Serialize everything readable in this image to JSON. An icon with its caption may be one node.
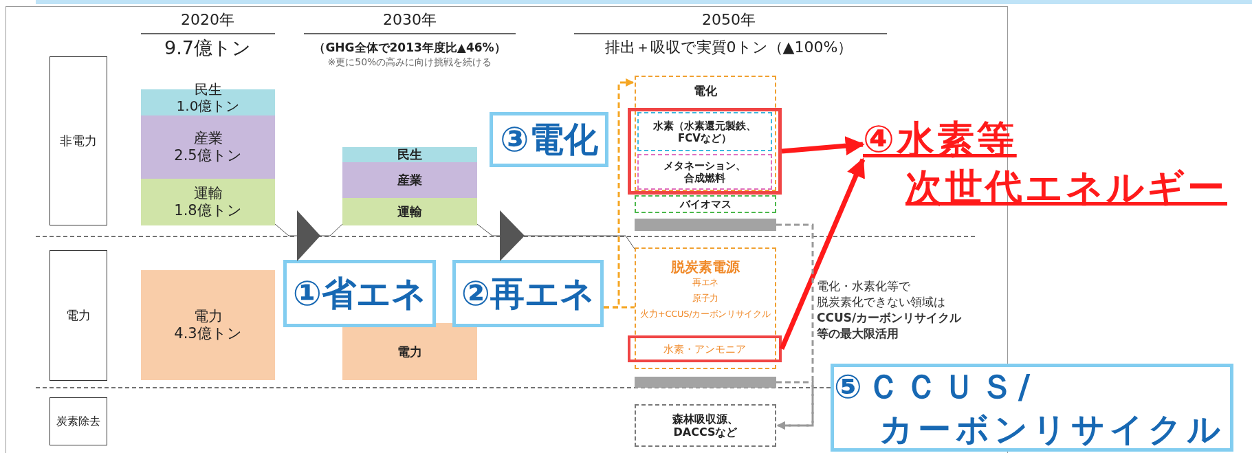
{
  "diagram": {
    "nodes": [
      {
        "text": [
          "非電力"
        ]
      },
      {
        "text": [
          "電力"
        ]
      },
      {
        "text": [
          "炭素除去"
        ]
      },
      {
        "text": [
          "民生1.0億トン"
        ]
      },
      {
        "text": [
          "産業2.5億トン"
        ]
      },
      {
        "text": [
          "運輸1.8億トン"
        ]
      },
      {
        "text": [
          "電力4.3億トン"
        ]
      },
      {
        "text": [
          "民生"
        ]
      },
      {
        "text": [
          "産業"
        ]
      },
      {
        "text": [
          "運輸"
        ]
      },
      {
        "text": [
          "電力"
        ]
      },
      {
        "text": [
          "①省エネ"
        ]
      },
      {
        "text": [
          "②再エネ"
        ]
      },
      {
        "text": [
          "③電化"
        ]
      },
      {
        "text": [
          "電化"
        ]
      },
      {
        "text": [],
        "shape": "box"
      },
      {
        "text": [
          "水素（水素還元製鉄、FCVなど）"
        ],
        "in": 15
      },
      {
        "text": [
          "メタネーション、合成燃料"
        ],
        "in": 15
      },
      {
        "text": [
          "バイオマス"
        ]
      },
      {
        "text": [],
        "shape": "bar"
      },
      {
        "text": [
          "脱炭素電源",
          "再エネ",
          "原子力",
          "火力+CCUS/カーボンリサイクル"
        ]
      },
      {
        "text": [
          "水素・アンモニア"
        ]
      },
      {
        "text": [],
        "shape": "bar"
      },
      {
        "text": [
          "森林吸収源、DACCSなど"
        ]
      },
      {
        "text": [
          "④水素等次世代エネルギー"
        ]
      },
      {
        "text": [
          "⑤ＣＣＵＳ/カーボンリサイクル"
        ]
      }
    ],
    "edges": [
      {
        "from": 15,
        "to": 24,
        "arrow": "to",
        "style": "thick",
        "color": "#ff1a1a"
      },
      {
        "from": 21,
        "to": 24,
        "arrow": "to",
        "style": "thick",
        "color": "#ff1a1a"
      },
      {
        "from": 12,
        "to": 14,
        "arrow": "to",
        "style": "dashed",
        "color": "#f5a623"
      },
      {
        "from": 12,
        "to": 20,
        "arrow": "none",
        "style": "dashed",
        "color": "#f5a623"
      },
      {
        "from": 19,
        "to": 23,
        "arrow": "to",
        "style": "dashed",
        "color": "#999999"
      },
      {
        "from": 22,
        "to": 23,
        "arrow": "to",
        "style": "dashed",
        "color": "#999999"
      },
      {
        "from": 5,
        "to": 9,
        "arrow": "to",
        "color": "#555555"
      },
      {
        "from": 9,
        "to": 20,
        "arrow": "to",
        "color": "#555555"
      }
    ],
    "labels": [
      "2020年",
      "9.7億トン",
      "2030年",
      "（GHG全体で2013年度比▲46%）",
      "※更に50%の高みに向け挑戦を続ける",
      "2050年",
      "排出＋吸収で実質0トン（▲100%）",
      "電化・水素化等で脱炭素化できない領域は**CCUS/カーボンリサイクル等の最大限活用**"
    ]
  }
}
